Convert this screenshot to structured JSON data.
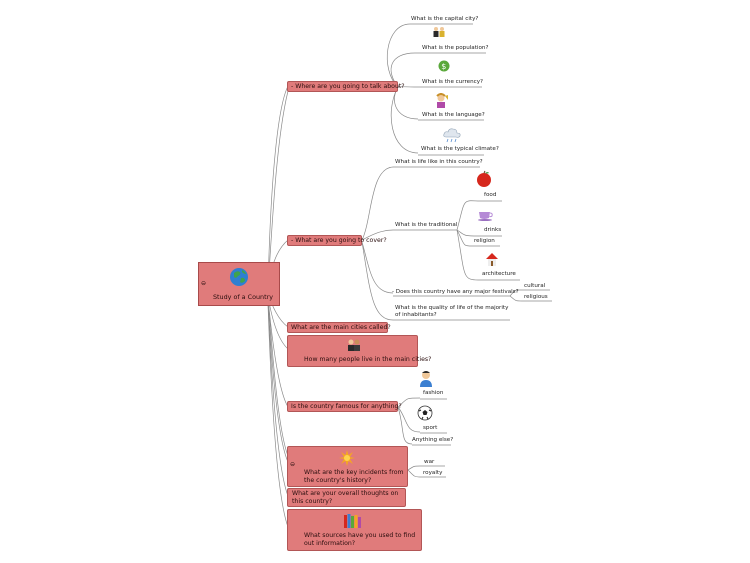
{
  "colors": {
    "main_fill": "#e07b7b",
    "main_border": "#b25656",
    "line": "#8a8a8a"
  },
  "root": {
    "label": "Study of a Country",
    "icon": "globe-icon"
  },
  "branches": {
    "where": {
      "label": "- Where are you going to talk about?",
      "children": [
        {
          "label": "What is the capital city?",
          "icon": ""
        },
        {
          "label": "What is the population?",
          "icon": "people-icon"
        },
        {
          "label": "What is the currency?",
          "icon": "dollar-icon"
        },
        {
          "label": "What is the language?",
          "icon": "speaker-icon"
        },
        {
          "label": "What is the typical climate?",
          "icon": "cloud-icon"
        }
      ]
    },
    "cover": {
      "label": "- What are you going to cover?",
      "life": "What is life like in this country?",
      "traditional": {
        "label": "What is the traditional",
        "children": [
          {
            "label": "food",
            "icon": "apple-icon"
          },
          {
            "label": "drinks",
            "icon": "cup-icon"
          },
          {
            "label": "religion",
            "icon": ""
          },
          {
            "label": "architecture",
            "icon": "house-icon"
          }
        ]
      },
      "festivals": {
        "label": "- Does this country have any major festivals?",
        "children": [
          "cultural",
          "religious"
        ]
      },
      "quality": "What is the quality of life of the majority of inhabitants?"
    },
    "cities": {
      "label": "What are the main cities called?"
    },
    "people_cities": {
      "label": "How many people live in the main cities?",
      "icon": "people-icon"
    },
    "famous": {
      "label": "Is the country famous for anything?",
      "children": [
        {
          "label": "fashion",
          "icon": "person-icon"
        },
        {
          "label": "sport",
          "icon": "football-icon"
        },
        {
          "label": "Anything else?",
          "icon": ""
        }
      ]
    },
    "history": {
      "label": "What are the key incidents from the country's history?",
      "icon": "explosion-icon",
      "children": [
        "war",
        "royalty"
      ]
    },
    "thoughts": {
      "label": "What are your overall thoughts on this country?"
    },
    "sources": {
      "label": "What sources have you used to find out information?",
      "icon": "books-icon"
    }
  }
}
